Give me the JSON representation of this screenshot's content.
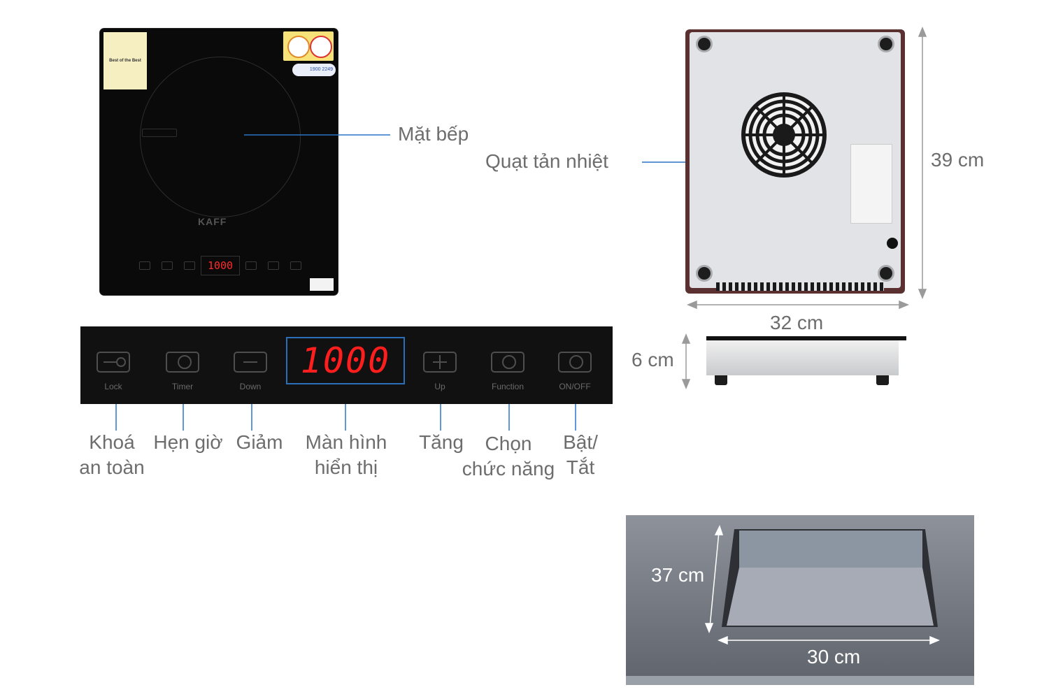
{
  "cooktop": {
    "brand": "KAFF",
    "sticker_award": "Best of the Best",
    "hotline_badge": "1900 2249",
    "mini_display": "1000"
  },
  "control_panel": {
    "display_value": "1000",
    "buttons": [
      {
        "name": "lock",
        "label": "Lock",
        "caption_lines": [
          "Khoá",
          "an toàn"
        ]
      },
      {
        "name": "timer",
        "label": "Timer",
        "caption_lines": [
          "Hẹn giờ"
        ]
      },
      {
        "name": "down",
        "label": "Down",
        "caption_lines": [
          "Giảm"
        ]
      },
      {
        "name": "display",
        "label": "",
        "caption_lines": [
          "Màn hình",
          "hiển thị"
        ]
      },
      {
        "name": "up",
        "label": "Up",
        "caption_lines": [
          "Tăng"
        ]
      },
      {
        "name": "function",
        "label": "Function",
        "caption_lines": [
          "Chọn",
          "chức năng"
        ]
      },
      {
        "name": "onoff",
        "label": "ON/OFF",
        "caption_lines": [
          "Bật/",
          "Tắt"
        ]
      }
    ]
  },
  "callouts": {
    "surface": "Mặt bếp",
    "fan": "Quạt tản nhiệt"
  },
  "dimensions": {
    "height": "39 cm",
    "width": "32 cm",
    "depth": "6 cm",
    "cutout_depth": "37 cm",
    "cutout_width": "30 cm"
  },
  "colors": {
    "leader_line": "#2b74c8",
    "dimension_line": "#9a9a9a",
    "led": "#ff1e1e"
  }
}
